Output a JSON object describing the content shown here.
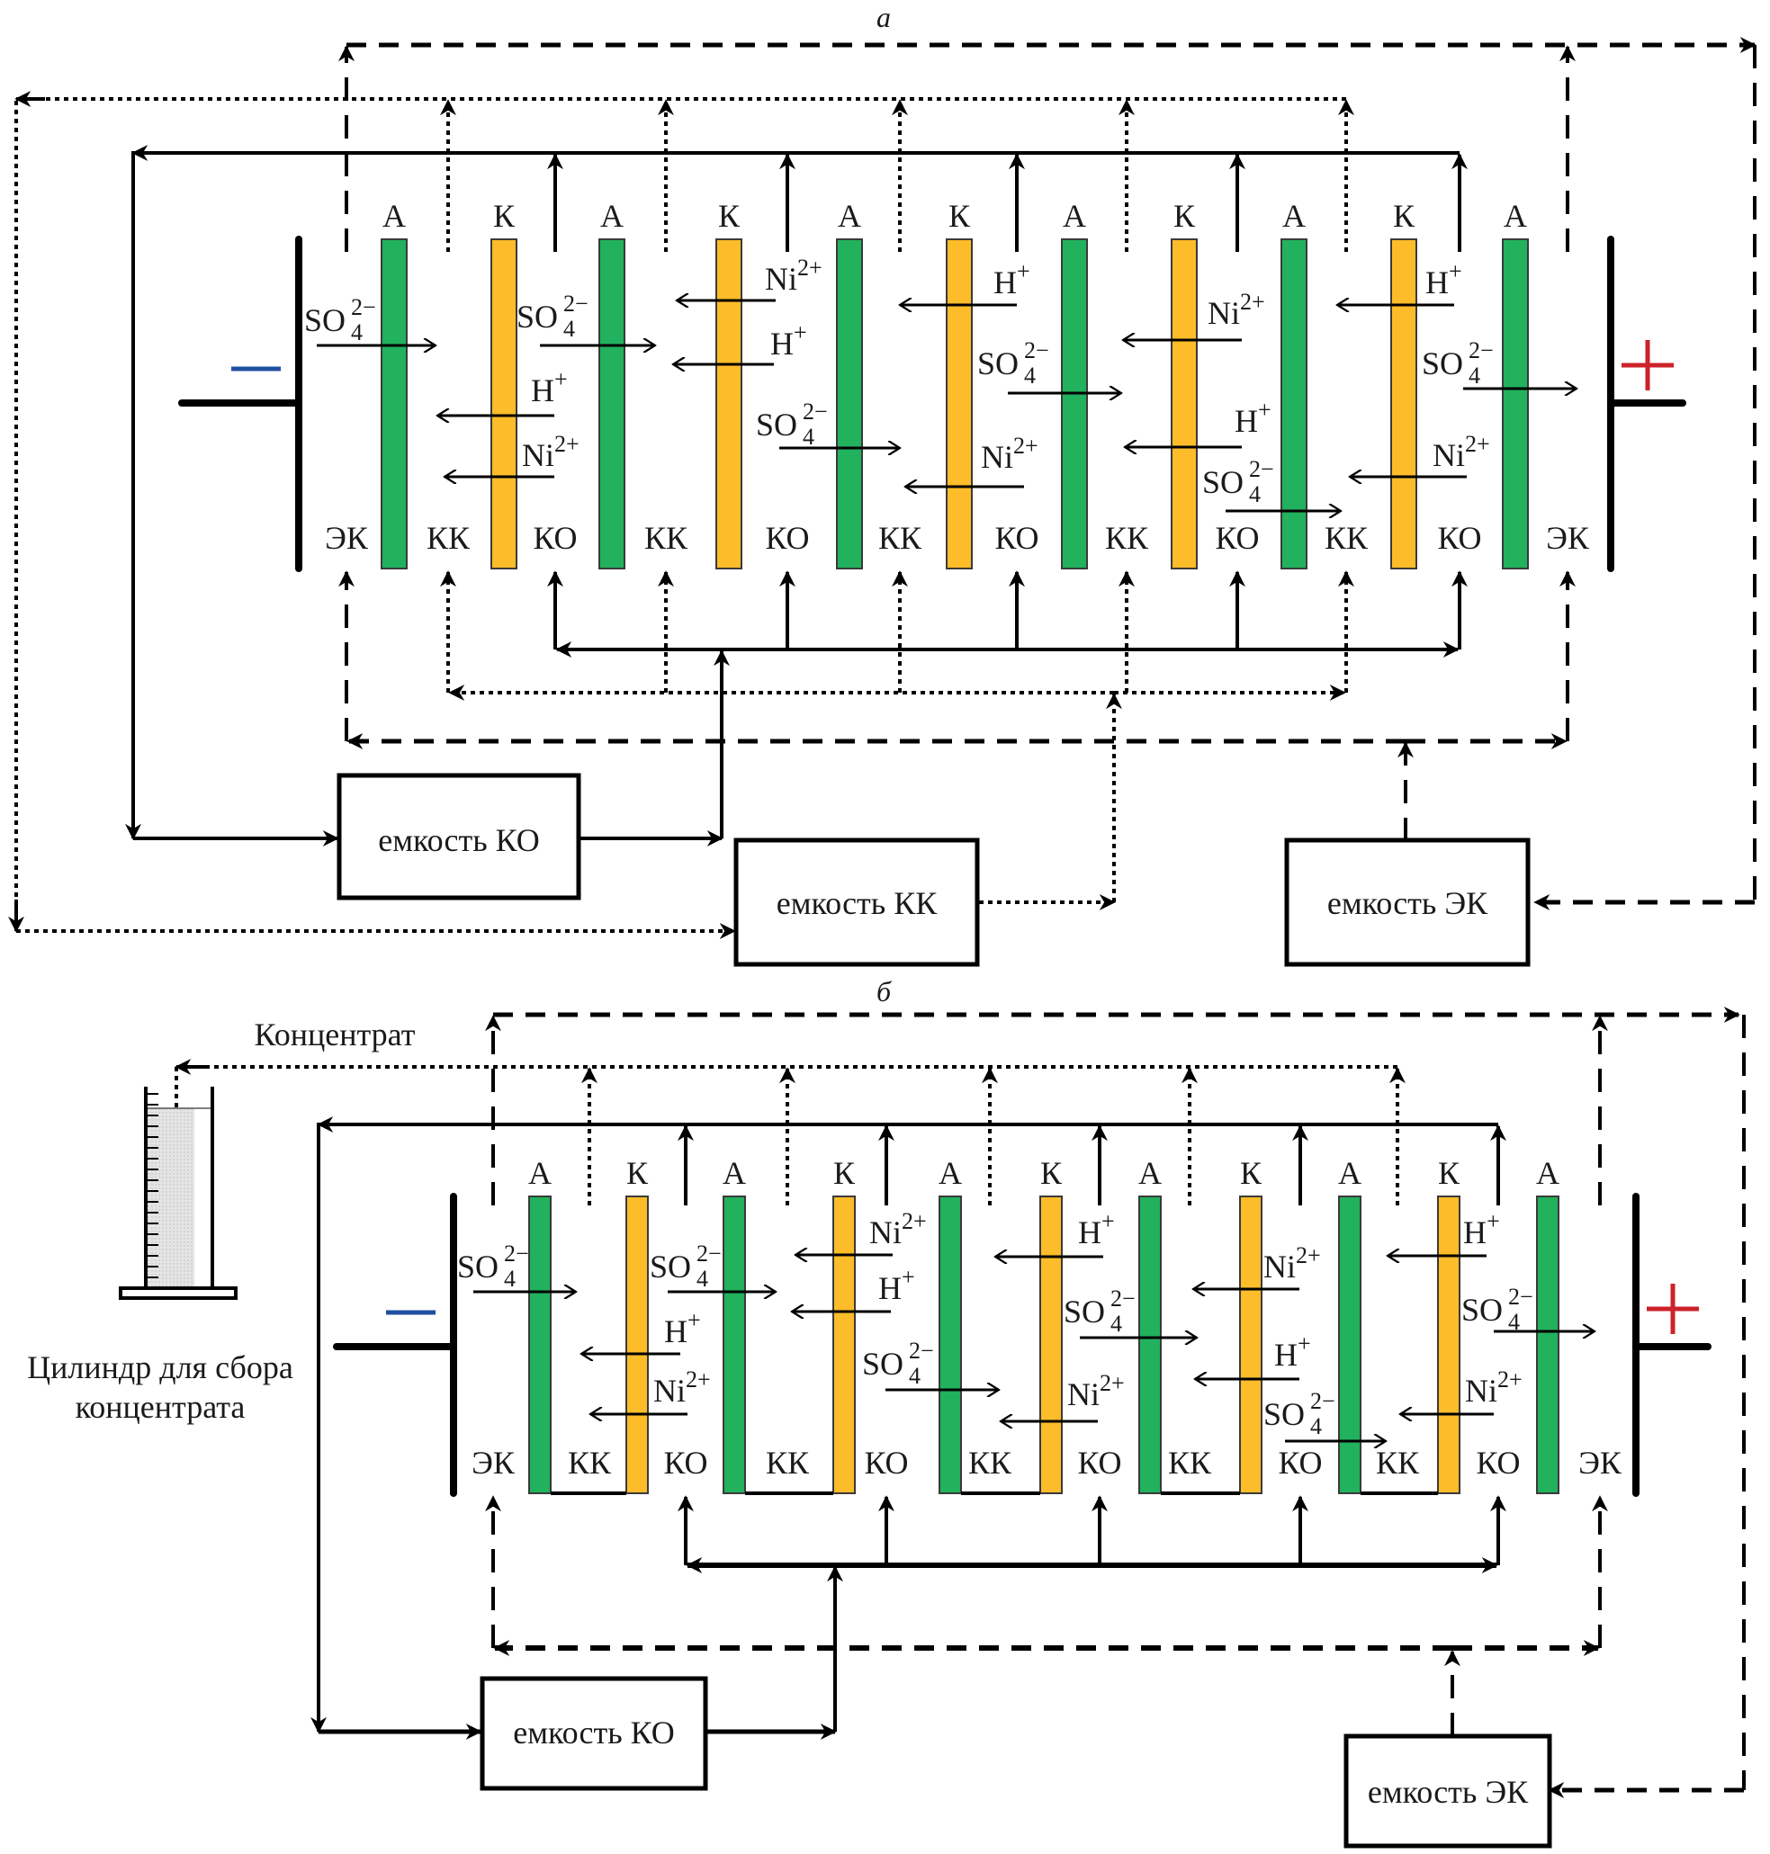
{
  "colors": {
    "anion_membrane": "#22b15d",
    "cation_membrane": "#fdbc29",
    "minus_sign": "#1f4fa0",
    "plus_sign": "#cc2229",
    "line": "#000000"
  },
  "legend": {
    "membrane_anion_letter": "А",
    "membrane_cation_letter": "К",
    "chamber_electrode": "ЭК",
    "chamber_concentrate": "КК",
    "chamber_dilute": "КО",
    "electrode_minus": "−",
    "electrode_plus": "+"
  },
  "ions": {
    "sulfate": "SO",
    "sulfate_sub": "4",
    "sulfate_sup": "2−",
    "nickel": "Ni",
    "nickel_sup": "2+",
    "hydrogen": "H",
    "hydrogen_sup": "+"
  },
  "panels": [
    {
      "id": "a",
      "label": "а",
      "membranes": [
        "А",
        "К",
        "А",
        "К",
        "А",
        "К",
        "А",
        "К",
        "А",
        "К",
        "А"
      ],
      "chambers": [
        "ЭК",
        "КК",
        "КО",
        "КК",
        "КО",
        "КК",
        "КО",
        "КК",
        "КО",
        "КК",
        "КО",
        "ЭК"
      ],
      "tanks": {
        "dilute": "емкость КО",
        "concentrate": "емкость КК",
        "electrode": "емкость ЭК"
      }
    },
    {
      "id": "b",
      "label": "б",
      "membranes": [
        "А",
        "К",
        "А",
        "К",
        "А",
        "К",
        "А",
        "К",
        "А",
        "К",
        "А"
      ],
      "chambers": [
        "ЭК",
        "КК",
        "КО",
        "КК",
        "КО",
        "КК",
        "КО",
        "КК",
        "КО",
        "КК",
        "КО",
        "ЭК"
      ],
      "tanks": {
        "dilute": "емкость КО",
        "electrode": "емкость ЭК"
      },
      "concentrate_label": "Концентрат",
      "cylinder_label_line1": "Цилиндр для сбора",
      "cylinder_label_line2": "концентрата"
    }
  ]
}
